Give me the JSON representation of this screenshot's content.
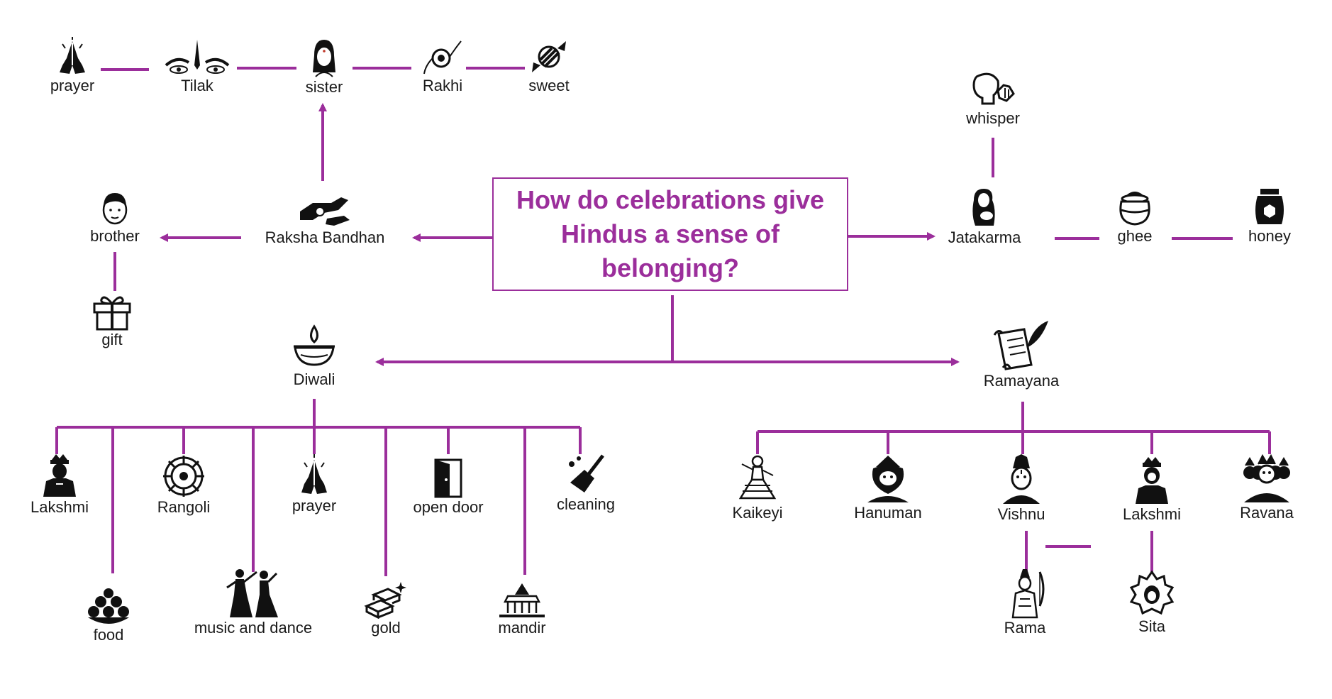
{
  "title": "How do celebrations give Hindus a sense of belonging?",
  "accent_color": "#9b2e9b",
  "raksha_bandhan": {
    "label": "Raksha Bandhan",
    "related": {
      "brother": "brother",
      "gift": "gift",
      "sister": "sister",
      "prayer": "prayer",
      "tilak": "Tilak",
      "rakhi": "Rakhi",
      "sweet": "sweet"
    }
  },
  "jatakarma": {
    "label": "Jatakarma",
    "related": {
      "whisper": "whisper",
      "ghee": "ghee",
      "honey": "honey"
    }
  },
  "diwali": {
    "label": "Diwali",
    "items": {
      "lakshmi": "Lakshmi",
      "food": "food",
      "rangoli": "Rangoli",
      "music_dance": "music and dance",
      "prayer": "prayer",
      "gold": "gold",
      "open_door": "open door",
      "mandir": "mandir",
      "cleaning": "cleaning"
    }
  },
  "ramayana": {
    "label": "Ramayana",
    "characters": {
      "kaikeyi": "Kaikeyi",
      "hanuman": "Hanuman",
      "vishnu": "Vishnu",
      "lakshmi": "Lakshmi",
      "ravana": "Ravana",
      "rama": "Rama",
      "sita": "Sita"
    }
  },
  "icons": [
    "praying-hands-icon",
    "tilak-eyes-icon",
    "woman-face-icon",
    "rakhi-icon",
    "candy-icon",
    "hands-rakhi-icon",
    "boy-face-icon",
    "gift-box-icon",
    "whisper-icon",
    "mother-baby-icon",
    "ghee-pot-icon",
    "honey-jar-icon",
    "diya-lamp-icon",
    "scroll-quill-icon",
    "deity-icon",
    "sweets-plate-icon",
    "rangoli-icon",
    "dancers-icon",
    "gold-bars-icon",
    "door-icon",
    "temple-icon",
    "broom-icon",
    "dancer-icon",
    "hanuman-icon",
    "ravana-icon",
    "archer-icon"
  ]
}
